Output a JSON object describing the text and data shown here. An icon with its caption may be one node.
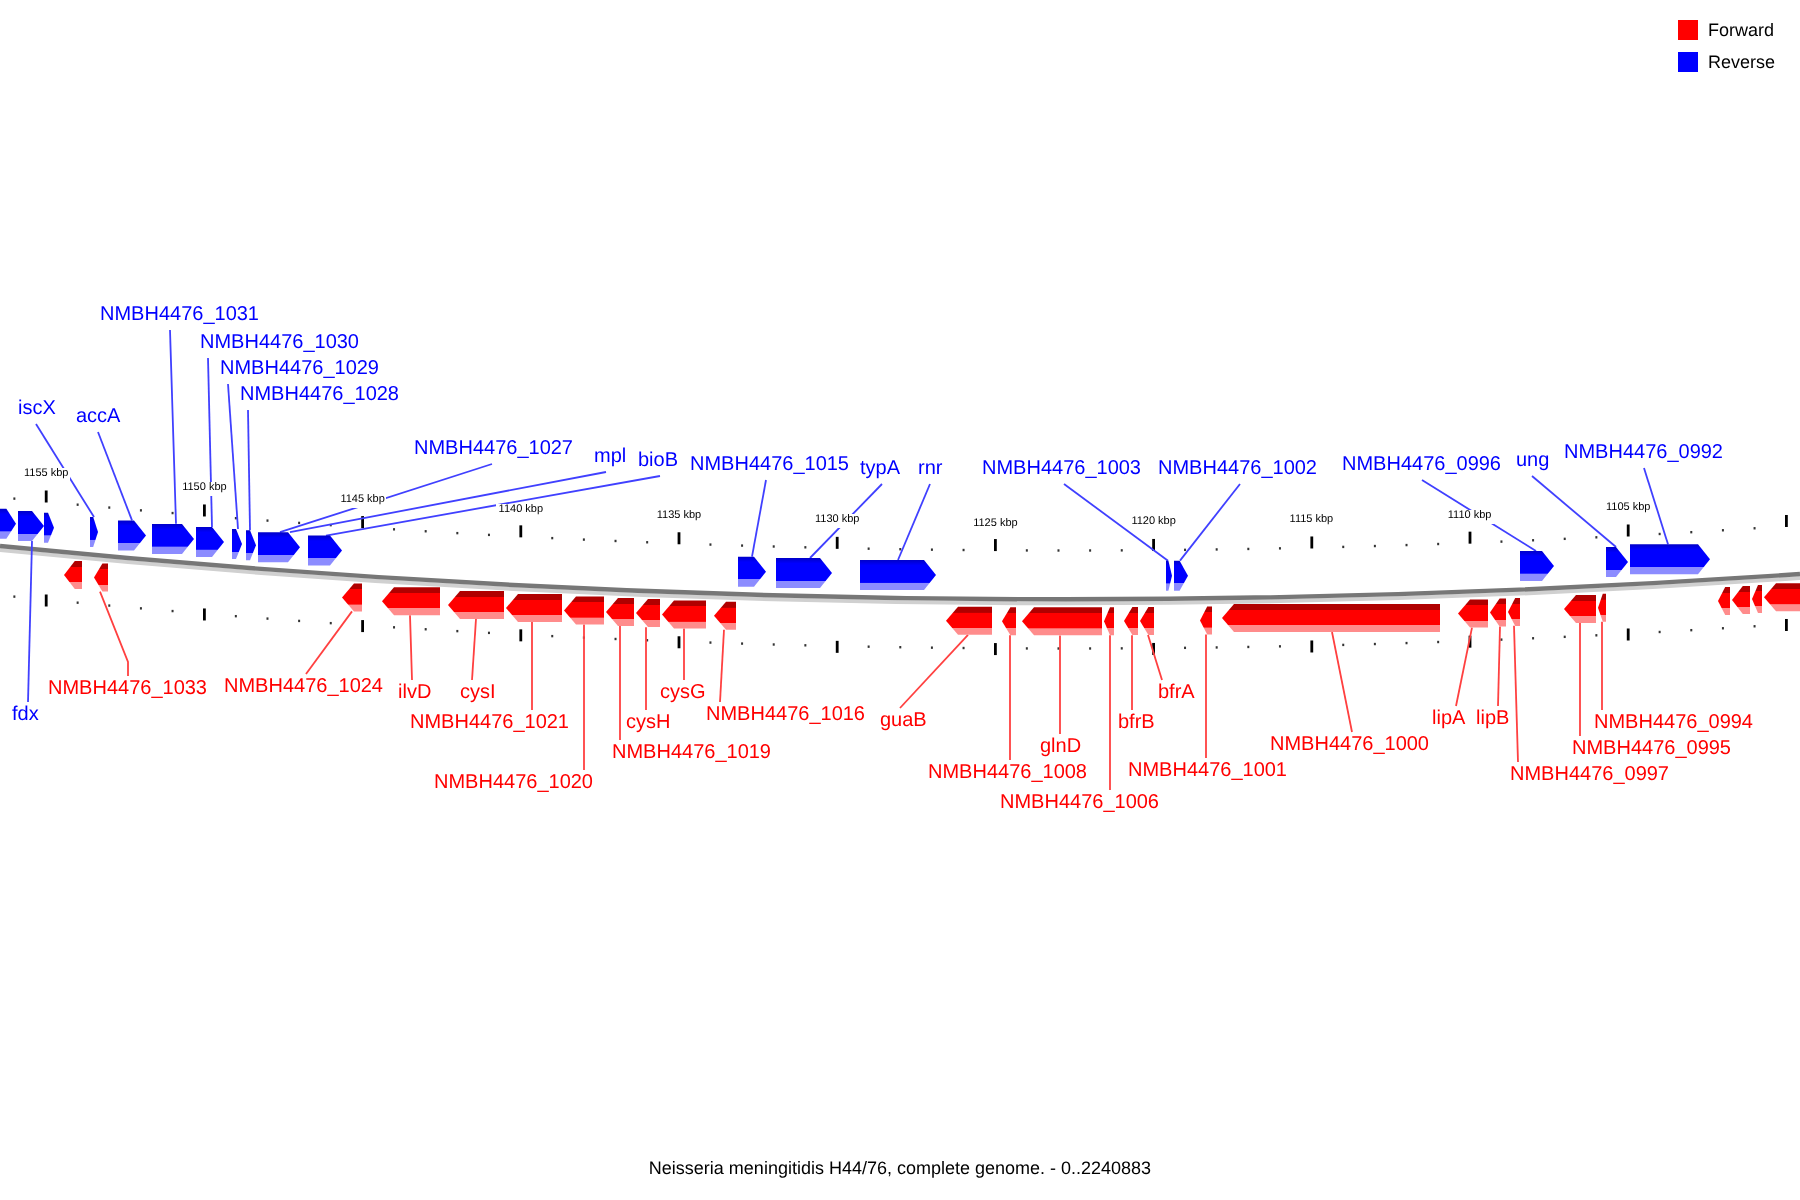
{
  "diagram": {
    "caption": "Neisseria meningitidis H44/76, complete genome. - 0..2240883",
    "nodes": [
      {
        "text": [],
        "shape": "pentagon"
      },
      {
        "text": [],
        "shape": "pentagon"
      },
      {
        "text": [],
        "shape": "pentagon"
      },
      {
        "text": [],
        "shape": "pentagon"
      },
      {
        "text": [],
        "shape": "pentagon"
      },
      {
        "text": [],
        "shape": "pentagon"
      },
      {
        "text": [],
        "shape": "pentagon"
      },
      {
        "text": [],
        "shape": "pentagon"
      },
      {
        "text": [],
        "shape": "pentagon"
      },
      {
        "text": [],
        "shape": "pentagon"
      },
      {
        "text": [],
        "shape": "pentagon"
      },
      {
        "text": [],
        "shape": "pentagon"
      },
      {
        "text": [],
        "shape": "pentagon"
      },
      {
        "text": [],
        "shape": "pentagon"
      },
      {
        "text": [],
        "shape": "pentagon"
      },
      {
        "text": [],
        "shape": "pentagon"
      },
      {
        "text": [],
        "shape": "pentagon"
      },
      {
        "text": [],
        "shape": "pentagon"
      },
      {
        "text": [],
        "shape": "pentagon"
      },
      {
        "text": [],
        "shape": "pentagon"
      },
      {
        "text": [],
        "shape": "pentagon"
      },
      {
        "text": [],
        "shape": "pentagon"
      },
      {
        "text": [],
        "shape": "pentagon"
      },
      {
        "text": [],
        "shape": "pentagon"
      },
      {
        "text": [],
        "shape": "pentagon"
      },
      {
        "text": [],
        "shape": "pentagon"
      },
      {
        "text": [],
        "shape": "pentagon"
      },
      {
        "text": [],
        "shape": "pentagon"
      },
      {
        "text": [],
        "shape": "pentagon"
      },
      {
        "text": [],
        "shape": "pentagon"
      },
      {
        "text": [],
        "shape": "pentagon"
      },
      {
        "text": [],
        "shape": "pentagon"
      },
      {
        "text": [],
        "shape": "pentagon"
      },
      {
        "text": [],
        "shape": "pentagon"
      },
      {
        "text": [],
        "shape": "pentagon"
      },
      {
        "text": [],
        "shape": "pentagon"
      },
      {
        "text": [],
        "shape": "pentagon"
      },
      {
        "text": [],
        "shape": "pentagon"
      },
      {
        "text": [],
        "shape": "pentagon"
      },
      {
        "text": [],
        "shape": "pentagon"
      },
      {
        "text": [],
        "shape": "pentagon"
      },
      {
        "text": [],
        "shape": "pentagon"
      },
      {
        "text": [],
        "shape": "pentagon"
      },
      {
        "text": [],
        "shape": "pentagon"
      },
      {
        "text": [],
        "shape": "pentagon"
      },
      {
        "text": [],
        "shape": "pentagon"
      },
      {
        "text": [],
        "shape": "pentagon"
      },
      {
        "text": [
          "iscX"
        ]
      },
      {
        "text": [
          "accA"
        ]
      },
      {
        "text": [
          "NMBH4476_1031"
        ]
      },
      {
        "text": [
          "NMBH4476_1030"
        ]
      },
      {
        "text": [
          "NMBH4476_1029"
        ]
      },
      {
        "text": [
          "NMBH4476_1028"
        ]
      },
      {
        "text": [
          "NMBH4476_1027"
        ]
      },
      {
        "text": [
          "mpl"
        ]
      },
      {
        "text": [
          "bioB"
        ]
      },
      {
        "text": [
          "NMBH4476_1015"
        ]
      },
      {
        "text": [
          "typA"
        ]
      },
      {
        "text": [
          "rnr"
        ]
      },
      {
        "text": [
          "NMBH4476_1003"
        ]
      },
      {
        "text": [
          "NMBH4476_1002"
        ]
      },
      {
        "text": [
          "NMBH4476_0996"
        ]
      },
      {
        "text": [
          "ung"
        ]
      },
      {
        "text": [
          "NMBH4476_0992"
        ]
      },
      {
        "text": [
          "fdx"
        ]
      },
      {
        "text": [
          "NMBH4476_1033"
        ]
      },
      {
        "text": [
          "NMBH4476_1024"
        ]
      },
      {
        "text": [
          "ilvD"
        ]
      },
      {
        "text": [
          "cysI"
        ]
      },
      {
        "text": [
          "NMBH4476_1021"
        ]
      },
      {
        "text": [
          "NMBH4476_1020"
        ]
      },
      {
        "text": [
          "NMBH4476_1019"
        ]
      },
      {
        "text": [
          "cysH"
        ]
      },
      {
        "text": [
          "cysG"
        ]
      },
      {
        "text": [
          "NMBH4476_1016"
        ]
      },
      {
        "text": [
          "guaB"
        ]
      },
      {
        "text": [
          "NMBH4476_1008"
        ]
      },
      {
        "text": [
          "glnD"
        ]
      },
      {
        "text": [
          "NMBH4476_1006"
        ]
      },
      {
        "text": [
          "bfrB"
        ]
      },
      {
        "text": [
          "bfrA"
        ]
      },
      {
        "text": [
          "NMBH4476_1001"
        ]
      },
      {
        "text": [
          "NMBH4476_1000"
        ]
      },
      {
        "text": [
          "lipA"
        ]
      },
      {
        "text": [
          "lipB"
        ]
      },
      {
        "text": [
          "NMBH4476_0997"
        ]
      },
      {
        "text": [
          "NMBH4476_0995"
        ]
      },
      {
        "text": [
          "NMBH4476_0994"
        ]
      }
    ],
    "edges": [
      {
        "from": 47,
        "to": 3,
        "arrow": "none",
        "color": "#4040ff"
      },
      {
        "from": 48,
        "to": 4,
        "arrow": "none",
        "color": "#4040ff"
      },
      {
        "from": 49,
        "to": 5,
        "arrow": "none",
        "color": "#4040ff"
      },
      {
        "from": 50,
        "to": 6,
        "arrow": "none",
        "color": "#4040ff"
      },
      {
        "from": 51,
        "to": 7,
        "arrow": "none",
        "color": "#4040ff"
      },
      {
        "from": 52,
        "to": 8,
        "arrow": "none",
        "color": "#4040ff"
      },
      {
        "from": 53,
        "to": 9,
        "arrow": "none",
        "color": "#4040ff"
      },
      {
        "from": 54,
        "to": 9,
        "arrow": "none",
        "color": "#4040ff"
      },
      {
        "from": 55,
        "to": 10,
        "arrow": "none",
        "color": "#4040ff"
      },
      {
        "from": 56,
        "to": 11,
        "arrow": "none",
        "color": "#4040ff"
      },
      {
        "from": 57,
        "to": 12,
        "arrow": "none",
        "color": "#4040ff"
      },
      {
        "from": 58,
        "to": 13,
        "arrow": "none",
        "color": "#4040ff"
      },
      {
        "from": 59,
        "to": 14,
        "arrow": "none",
        "color": "#4040ff"
      },
      {
        "from": 60,
        "to": 15,
        "arrow": "none",
        "color": "#4040ff"
      },
      {
        "from": 61,
        "to": 16,
        "arrow": "none",
        "color": "#4040ff"
      },
      {
        "from": 62,
        "to": 17,
        "arrow": "none",
        "color": "#4040ff"
      },
      {
        "from": 63,
        "to": 18,
        "arrow": "none",
        "color": "#4040ff"
      },
      {
        "from": 64,
        "to": 1,
        "arrow": "none",
        "color": "#4040ff"
      },
      {
        "from": 65,
        "to": 20,
        "arrow": "none"
      },
      {
        "from": 66,
        "to": 21,
        "arrow": "none"
      },
      {
        "from": 67,
        "to": 22,
        "arrow": "none"
      },
      {
        "from": 68,
        "to": 23,
        "arrow": "none"
      },
      {
        "from": 69,
        "to": 24,
        "arrow": "none"
      },
      {
        "from": 70,
        "to": 25,
        "arrow": "none"
      },
      {
        "from": 71,
        "to": 26,
        "arrow": "none"
      },
      {
        "from": 72,
        "to": 27,
        "arrow": "none"
      },
      {
        "from": 73,
        "to": 28,
        "arrow": "none"
      },
      {
        "from": 74,
        "to": 29,
        "arrow": "none"
      },
      {
        "from": 75,
        "to": 30,
        "arrow": "none"
      },
      {
        "from": 76,
        "to": 31,
        "arrow": "none"
      },
      {
        "from": 77,
        "to": 32,
        "arrow": "none"
      },
      {
        "from": 78,
        "to": 33,
        "arrow": "none"
      },
      {
        "from": 79,
        "to": 34,
        "arrow": "none"
      },
      {
        "from": 80,
        "to": 35,
        "arrow": "none"
      },
      {
        "from": 81,
        "to": 36,
        "arrow": "none"
      },
      {
        "from": 82,
        "to": 37,
        "arrow": "none"
      },
      {
        "from": 83,
        "to": 38,
        "arrow": "none"
      },
      {
        "from": 84,
        "to": 39,
        "arrow": "none"
      },
      {
        "from": 85,
        "to": 40,
        "arrow": "none"
      },
      {
        "from": 86,
        "to": 41,
        "arrow": "none"
      },
      {
        "from": 87,
        "to": 42,
        "arrow": "none"
      }
    ],
    "labels": [
      "1155 kbp",
      "1150 kbp",
      "1145 kbp",
      "1140 kbp",
      "1135 kbp",
      "1130 kbp",
      "1125 kbp",
      "1120 kbp",
      "1115 kbp",
      "1110 kbp",
      "1105 kbp"
    ],
    "legend": [
      {
        "text": "Forward",
        "color": "#ff0000"
      },
      {
        "text": "Reverse",
        "color": "#0000ff"
      }
    ]
  }
}
